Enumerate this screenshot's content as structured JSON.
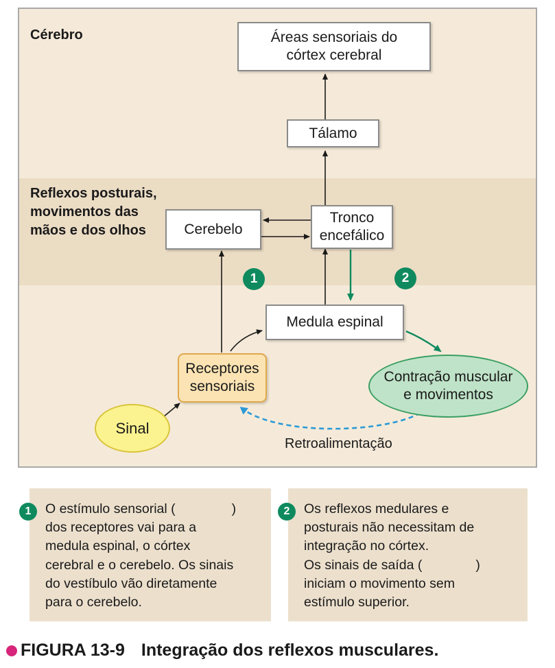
{
  "diagram": {
    "regions": {
      "brain_label": "Cérebro",
      "reflex_label_lines": [
        "Reflexos posturais,",
        "movimentos das",
        "mãos e dos olhos"
      ]
    },
    "nodes": {
      "sensory_cortex_lines": [
        "Áreas sensoriais do",
        "córtex cerebral"
      ],
      "thalamus": "Tálamo",
      "brainstem_lines": [
        "Tronco",
        "encefálico"
      ],
      "cerebellum": "Cerebelo",
      "spinal_cord": "Medula espinal",
      "receptors_lines": [
        "Receptores",
        "sensoriais"
      ],
      "signal": "Sinal",
      "contraction_lines": [
        "Contração muscular",
        "e movimentos"
      ]
    },
    "feedback_label": "Retroalimentação",
    "badges": [
      "1",
      "2"
    ],
    "colors": {
      "accent": "#0f8a5f",
      "caption_bullet": "#d6257a",
      "receptor_fill": "#fbe3b3",
      "signal_fill": "#fbf38f",
      "contraction_fill": "#bfe3c8",
      "feedback_arrow": "#2b9ad6"
    }
  },
  "notes": {
    "note1": {
      "badge": "1",
      "lines": [
        "O estímulo sensorial (",
        "dos receptores vai para a",
        "medula espinal, o córtex",
        "cerebral e o cerebelo. Os sinais",
        "do vestíbulo vão diretamente",
        "para o cerebelo."
      ],
      "close_paren": ")"
    },
    "note2": {
      "badge": "2",
      "lines": [
        "Os reflexos medulares e",
        "posturais não necessitam de",
        "integração no córtex.",
        "Os sinais de saída (",
        "iniciam o movimento sem",
        "estímulo superior."
      ],
      "close_paren": ")"
    }
  },
  "caption": {
    "figure": "FIGURA 13-9",
    "title": "Integração dos reflexos musculares."
  }
}
